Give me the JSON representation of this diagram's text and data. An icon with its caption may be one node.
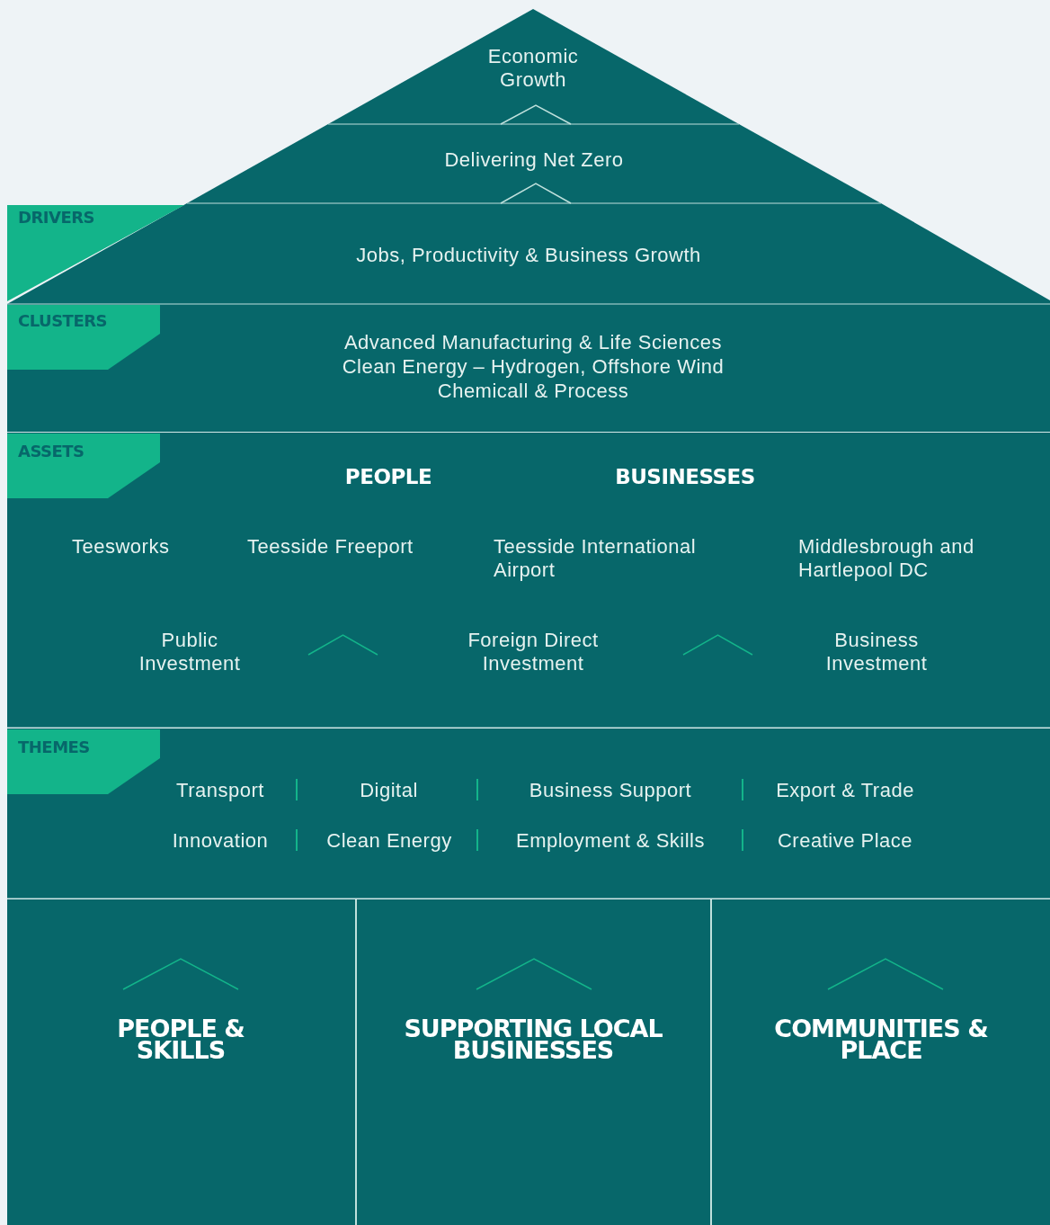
{
  "diagram": {
    "nodes": [
      {
        "text": [
          "Economic Growth"
        ]
      },
      {
        "text": [
          "Delivering Net Zero"
        ]
      },
      {
        "text": [
          "Jobs, Productivity & Business Growth"
        ]
      },
      {
        "text": [
          "Advanced Manufacturing & Life Sciences",
          "Clean Energy – Hydrogen, Offshore Wind",
          "Chemicall & Process"
        ]
      },
      {
        "text": [
          "PEOPLE & SKILLS"
        ]
      },
      {
        "text": [
          "SUPPORTING LOCAL BUSINESSES"
        ]
      },
      {
        "text": [
          "COMMUNITIES & PLACE"
        ]
      }
    ],
    "edges": [],
    "labels": [
      "DRIVERS",
      "CLUSTERS",
      "ASSETS",
      "PEOPLE",
      "BUSINESSES",
      "Teesworks",
      "Teesside Freeport",
      "Teesside International Airport",
      "Middlesbrough and Hartlepool DC",
      "Public Investment",
      "Foreign Direct Investment",
      "Business Investment",
      "THEMES",
      "Transport",
      "Digital",
      "Business Support",
      "Export & Trade",
      "Innovation",
      "Clean Energy",
      "Employment & Skills",
      "Creative Place"
    ]
  }
}
